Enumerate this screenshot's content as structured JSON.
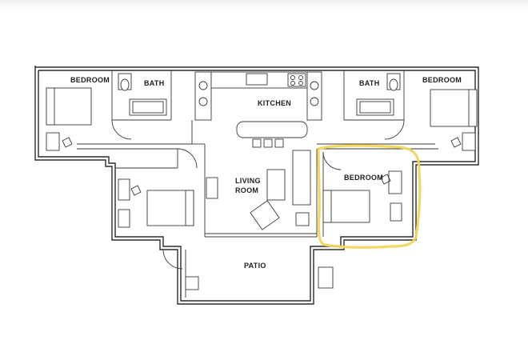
{
  "floorplan": {
    "rooms": {
      "bedroom_top_left": "BEDROOM",
      "bath_left": "BATH",
      "kitchen": "KITCHEN",
      "bath_right": "BATH",
      "bedroom_top_right": "BEDROOM",
      "living_room_line1": "LIVING",
      "living_room_line2": "ROOM",
      "bedroom_highlighted": "BEDROOM",
      "patio": "PATIO"
    },
    "highlight_color": "#f2d65c",
    "wall_color": "#2b2b2b"
  }
}
